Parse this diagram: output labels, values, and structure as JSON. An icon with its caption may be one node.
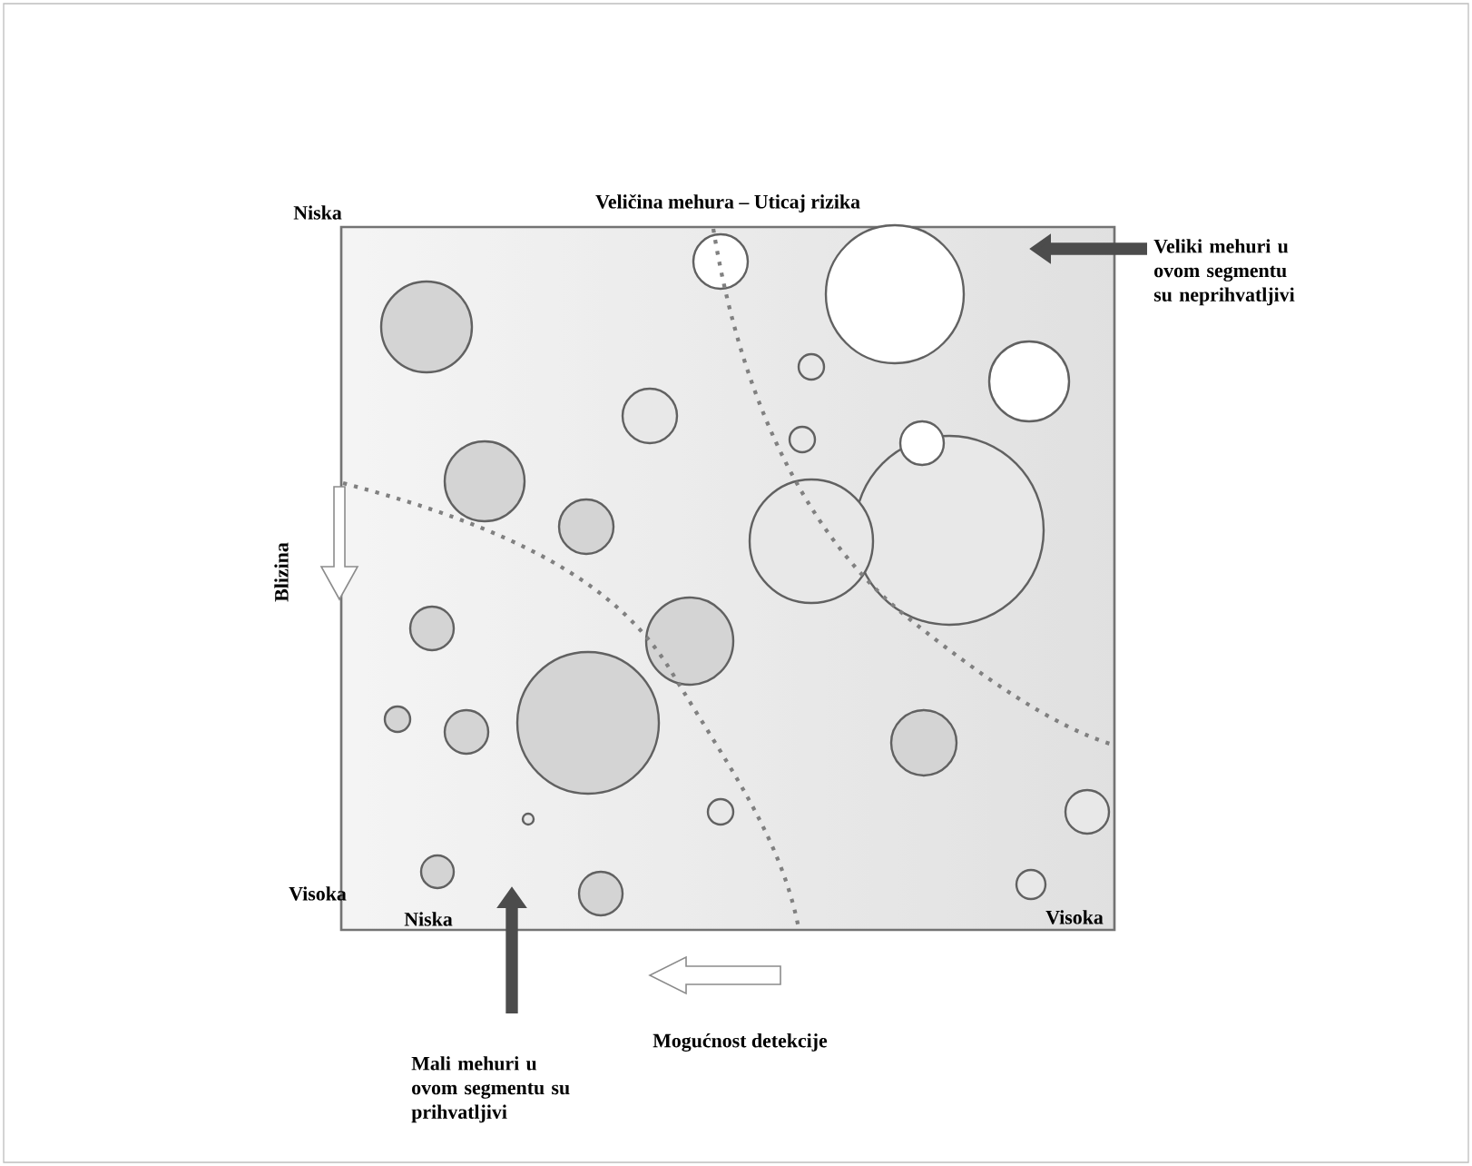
{
  "diagram": {
    "title": "Veličina mehura – Uticaj rizika",
    "nodes": [
      {
        "text": [
          "Veliki mehuri u ovom segmentu su neprihvatljivi"
        ]
      },
      {
        "text": [
          "Mali mehuri u ovom segmentu su prihvatljivi"
        ]
      }
    ],
    "edges": [
      {
        "from": 0,
        "to": null,
        "arrow": "to"
      },
      {
        "from": 1,
        "to": null,
        "arrow": "to"
      }
    ],
    "labels": [
      "Niska",
      "Blizina",
      "Visoka",
      "Niska",
      "Visoka",
      "Mogućnost detekcije"
    ]
  }
}
